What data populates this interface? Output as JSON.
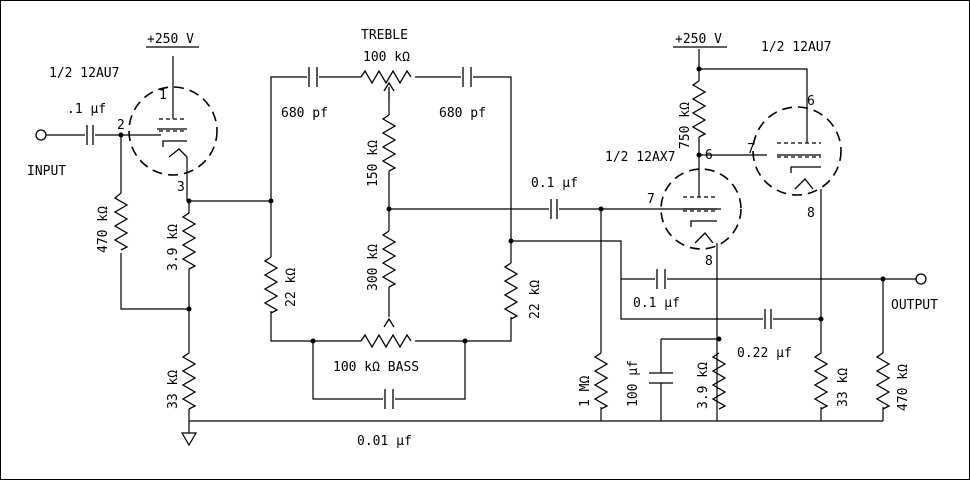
{
  "title": "",
  "supply": {
    "v1": "+250 V",
    "v2": "+250 V"
  },
  "tubes": {
    "v1": "1/2 12AU7",
    "v2": "1/2 12AX7",
    "v3": "1/2 12AU7"
  },
  "pins": {
    "v1_plate": "1",
    "v1_grid": "2",
    "v1_cathode": "3",
    "v2_plate": "6",
    "v2_grid": "7",
    "v2_cathode": "8",
    "v3_plate": "6",
    "v3_grid": "7",
    "v3_cathode": "8"
  },
  "labels": {
    "input": "INPUT",
    "output": "OUTPUT",
    "treble": "TREBLE",
    "treble_pot": "100 kΩ",
    "bass_pot": "100 kΩ BASS"
  },
  "components": {
    "c_in": ".1 µf",
    "r_grid": "470 kΩ",
    "r_cath1": "3.9 kΩ",
    "r_load1": "33 kΩ",
    "c_treble_l": "680 pf",
    "c_treble_r": "680 pf",
    "r_150": "150 kΩ",
    "r_300": "300 kΩ",
    "r_22_l": "22 kΩ",
    "r_22_r": "22 kΩ",
    "c_bass": "0.01 µf",
    "c_couple": "0.1 µf",
    "r_750": "750 kΩ",
    "r_1m": "1 MΩ",
    "c_100": "100 µf",
    "r_cath2": "3.9 kΩ",
    "c_fb1": "0.1 µf",
    "c_fb2": "0.22 µf",
    "r_33_out": "33 kΩ",
    "r_470_out": "470 kΩ"
  }
}
